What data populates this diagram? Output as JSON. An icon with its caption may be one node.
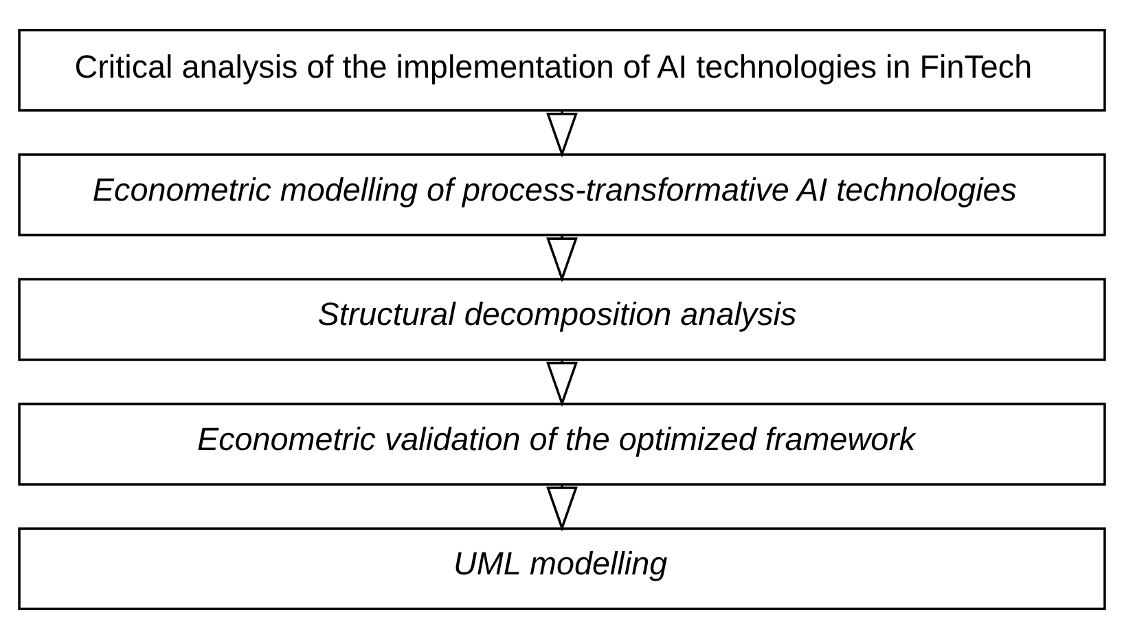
{
  "diagram": {
    "nodes": [
      {
        "text": [
          "Critical analysis of the implementation of AI technologies in FinTech"
        ]
      },
      {
        "text": [
          "Econometric modelling of process-transformative AI technologies"
        ]
      },
      {
        "text": [
          "Structural decomposition analysis"
        ]
      },
      {
        "text": [
          "Econometric validation of the optimized framework"
        ]
      },
      {
        "text": [
          "UML modelling"
        ]
      }
    ],
    "edges": [
      {
        "from": 0,
        "to": 1,
        "arrow": "to"
      },
      {
        "from": 1,
        "to": 2,
        "arrow": "to"
      },
      {
        "from": 2,
        "to": 3,
        "arrow": "to"
      },
      {
        "from": 3,
        "to": 4,
        "arrow": "to"
      }
    ]
  }
}
